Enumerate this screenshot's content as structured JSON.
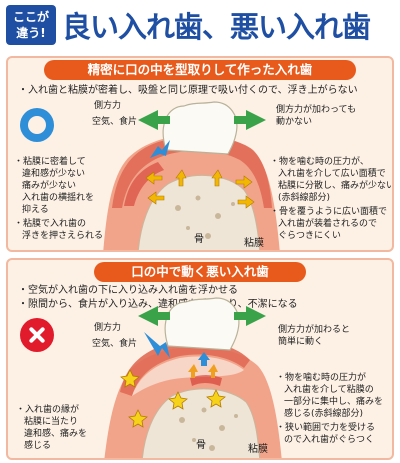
{
  "header": {
    "tag_line1": "ここが",
    "tag_line2": "違う!",
    "title": "良い入れ歯、悪い入れ歯"
  },
  "good": {
    "heading": "精密に口の中を型取りして作った入れ歯",
    "summary": "・入れ歯と粘膜が密着し、吸盤と同じ原理で吸い付くので、浮き上がらない",
    "label_side_force": "側方力",
    "label_air_food": "空気、食片",
    "label_no_move": [
      "側方力が加わっても",
      "動かない"
    ],
    "left_notes": [
      "・粘膜に密着して",
      "違和感が少ない",
      "痛みが少ない",
      "入れ歯の横揺れを",
      "抑える",
      "・粘膜で入れ歯の",
      "浮きを押さえられる"
    ],
    "right_notes": [
      "・物を噛む時の圧力が、",
      "入れ歯を介して広い面積で",
      "粘膜に分散し、痛みが少ない",
      "(赤斜線部分)",
      "・骨を覆うように広い面積で",
      "入れ歯が装着されるので",
      "ぐらつきにくい"
    ],
    "label_bone": "骨",
    "label_mucosa": "粘膜"
  },
  "bad": {
    "heading": "口の中で動く悪い入れ歯",
    "summary": [
      "・空気が入れ歯の下に入り込み入れ歯を浮かせる",
      "・隙間から、食片が入り込み、違和感を感じたり、不潔になる"
    ],
    "label_side_force": "側方力",
    "label_air_food": "空気、食片",
    "label_moves": [
      "側方力が加わると",
      "簡単に動く"
    ],
    "left_notes": [
      "・入れ歯の縁が",
      "粘膜に当たり",
      "違和感、痛みを",
      "感じる"
    ],
    "right_notes": [
      "・物を噛む時の圧力が",
      "入れ歯を介して粘膜の",
      "一部分に集中し、痛みを",
      "感じる(赤斜線部分)",
      "・狭い範囲で力を受ける",
      "ので入れ歯がぐらつく"
    ],
    "label_bone": "骨",
    "label_mucosa": "粘膜"
  },
  "colors": {
    "brand_blue": "#1f4fa3",
    "heading_orange": "#e85a1c",
    "good_mark": "#2e8fd8",
    "bad_mark": "#e11a2c",
    "arrow_green": "#3aa34a"
  }
}
